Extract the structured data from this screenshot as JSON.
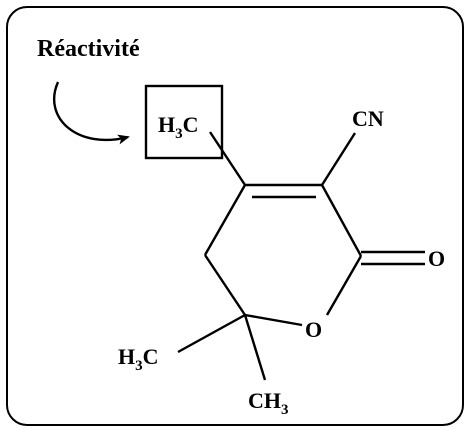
{
  "title": "Réactivité",
  "labels": {
    "methyl_top": {
      "main": "H",
      "sub": "3",
      "tail": "C"
    },
    "nitrile": "CN",
    "carbonyl_o": "O",
    "ring_o": "O",
    "methyl_left": {
      "main": "H",
      "sub": "3",
      "tail": "C"
    },
    "methyl_bottom": {
      "main": "CH",
      "sub": "3"
    }
  },
  "colors": {
    "ink": "#000000",
    "background": "#ffffff"
  }
}
